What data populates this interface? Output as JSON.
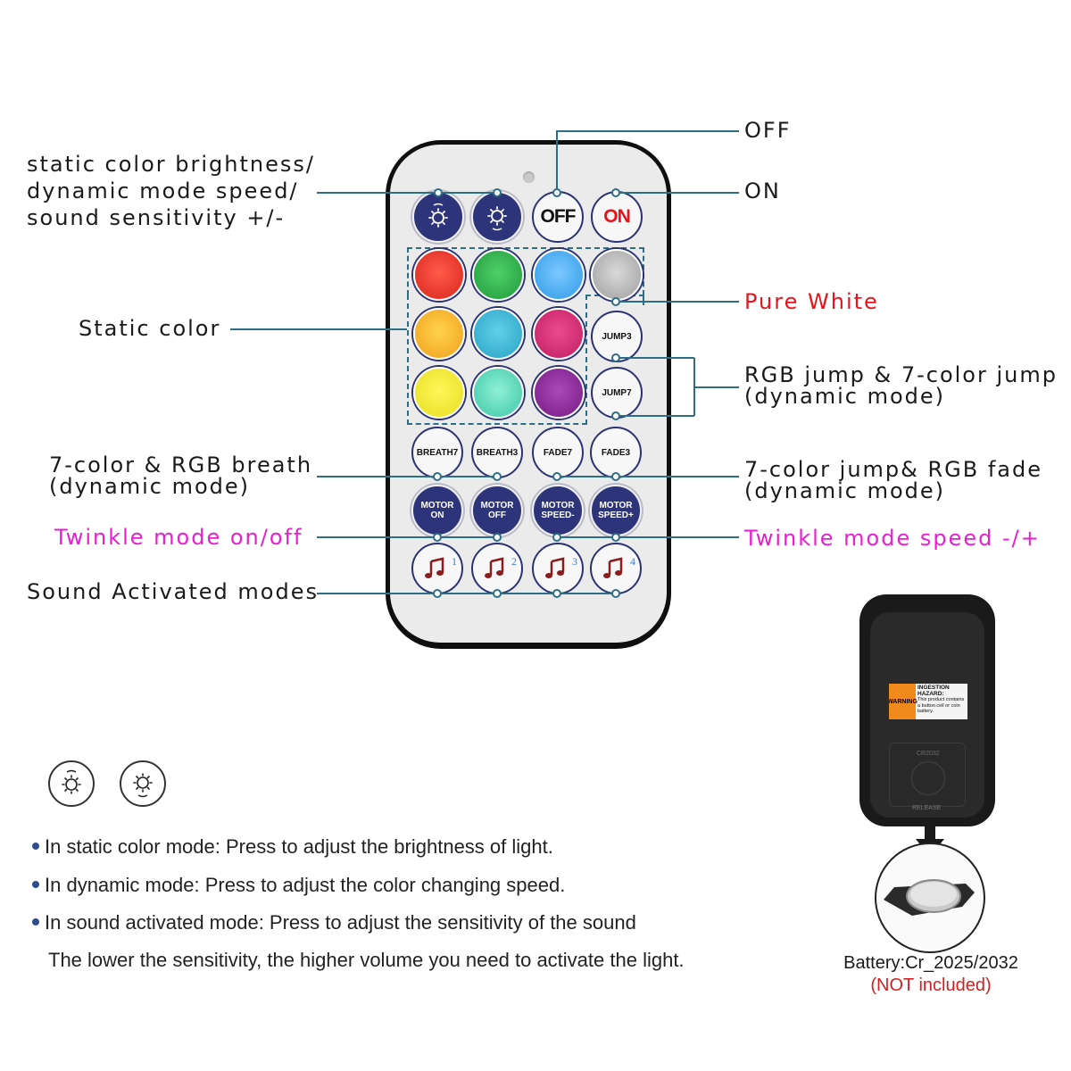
{
  "labels": {
    "off": "OFF",
    "on": "ON",
    "brightness_line1": "static color brightness/",
    "brightness_line2": "dynamic mode speed/",
    "brightness_line3": "sound sensitivity +/-",
    "static_color": "Static color",
    "pure_white": "Pure White",
    "rgb_jump_line1": "RGB jump & 7-color jump",
    "rgb_jump_line2": "(dynamic mode)",
    "breath_line1": "7-color & RGB breath",
    "breath_line2": "(dynamic mode)",
    "fade_line1": "7-color jump& RGB fade",
    "fade_line2": "(dynamic mode)",
    "twinkle_onoff": "Twinkle mode on/off",
    "twinkle_speed": "Twinkle mode speed -/+",
    "sound_modes": "Sound Activated modes"
  },
  "remote": {
    "off_label": "OFF",
    "on_label": "ON",
    "jump3": "JUMP3",
    "jump7": "JUMP7",
    "breath7": "BREATH7",
    "breath3": "BREATH3",
    "fade7": "FADE7",
    "fade3": "FADE3",
    "motor_on_1": "MOTOR",
    "motor_on_2": "ON",
    "motor_off_1": "MOTOR",
    "motor_off_2": "OFF",
    "speed_minus_1": "MOTOR",
    "speed_minus_2": "SPEED-",
    "speed_plus_1": "MOTOR",
    "speed_plus_2": "SPEED+",
    "sound_1": "1",
    "sound_2": "2",
    "sound_3": "3",
    "sound_4": "4"
  },
  "static_colors": [
    "#e23a2e",
    "#2fb14a",
    "#49aef0",
    "#b8b8b8",
    "#f5b82a",
    "#35b5d6",
    "#d0246f",
    "#f0ee3a",
    "#5ad6bf",
    "#8a2394"
  ],
  "back_remote": {
    "warning_tag": "WARNING",
    "hazard_title": "INGESTION HAZARD:",
    "hazard_text": "This product contains a button cell or coin battery.",
    "cell_label": "CR2032",
    "release_label": "RELEASE"
  },
  "bullets": [
    "In static color mode: Press to adjust the brightness of light.",
    "In dynamic mode: Press to adjust the color changing speed.",
    "In sound activated mode: Press to adjust the sensitivity of the sound",
    "The lower the sensitivity, the higher volume you need to activate the light."
  ],
  "battery": {
    "caption": "Battery:Cr_2025/2032",
    "note": "(NOT included)"
  },
  "colors": {
    "leader_line": "#2c6e86",
    "button_blue": "#2d347a",
    "magenta": "#e81ed0",
    "red_label": "#e8141b"
  }
}
